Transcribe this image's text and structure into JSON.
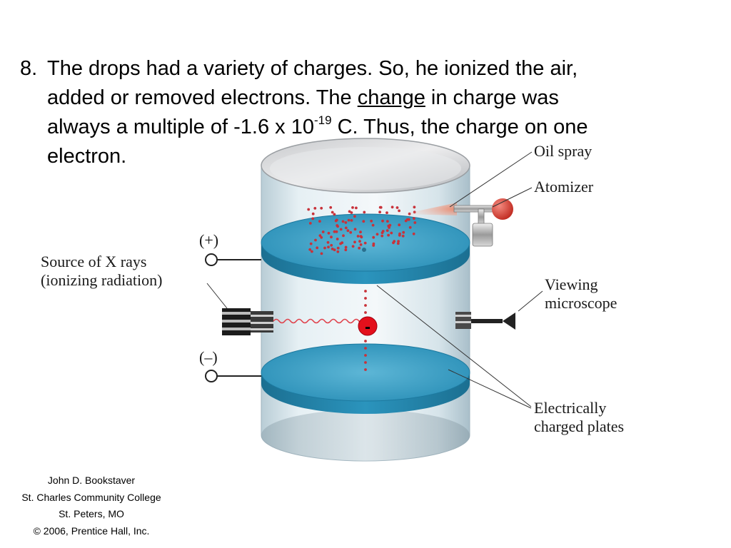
{
  "slide": {
    "number": "8.",
    "line1": "The drops had a variety of charges.  So, he ionized the air,",
    "line2_before": "added or removed electrons.  The ",
    "line2_underlined": "change",
    "line2_after": " in charge was",
    "line3_before": "always a multiple of -1.6 x 10",
    "line3_exponent": "-19",
    "line3_after": " C.  Thus, the charge on one",
    "line4": "electron."
  },
  "diagram": {
    "oil_spray": "Oil spray",
    "atomizer": "Atomizer",
    "plus_terminal": "(+)",
    "minus_terminal": "(–)",
    "xray_line1": "Source of X rays",
    "xray_line2": "(ionizing radiation)",
    "viewing_line1": "Viewing",
    "viewing_line2": "microscope",
    "plates_line1": "Electrically",
    "plates_line2": "charged plates",
    "electron_charge_sign": "-",
    "colors": {
      "plate": "#2e9cc4",
      "droplet": "#c8323a",
      "electron": "#e0101a",
      "cylinder": "#dde9ef"
    }
  },
  "footer": {
    "author": "John D. Bookstaver",
    "institution": "St. Charles Community College",
    "location": "St. Peters, MO",
    "copyright": "© 2006, Prentice Hall, Inc."
  }
}
